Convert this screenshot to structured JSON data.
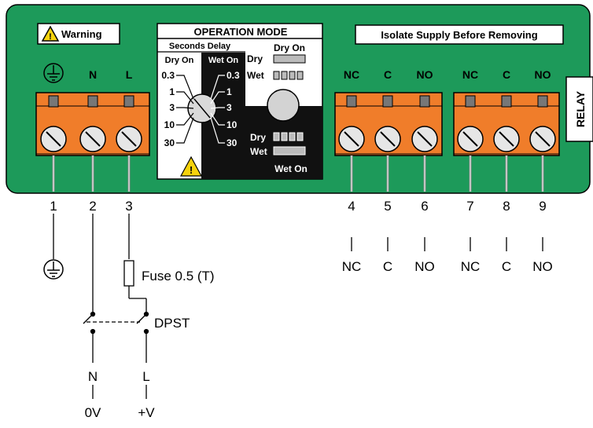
{
  "labels": {
    "warning": "Warning",
    "isolate": "Isolate Supply Before Removing",
    "relay": "RELAY",
    "op_mode": "OPERATION MODE",
    "seconds_delay": "Seconds Delay",
    "dry_on": "Dry On",
    "wet_on": "Wet On",
    "dry": "Dry",
    "wet": "Wet",
    "dry_on_right": "Dry On",
    "wet_on_bottom": "Wet On"
  },
  "dial": {
    "left_values": [
      "0.3",
      "1",
      "3",
      "10",
      "30"
    ],
    "right_values": [
      "0.3",
      "1",
      "3",
      "10",
      "30"
    ]
  },
  "top_terminals": [
    "N",
    "L",
    "NC",
    "C",
    "NO",
    "NC",
    "C",
    "NO"
  ],
  "terminal_numbers": [
    "1",
    "2",
    "3",
    "4",
    "5",
    "6",
    "7",
    "8",
    "9"
  ],
  "bottom_labels": [
    "NC",
    "C",
    "NO",
    "NC",
    "C",
    "NO"
  ],
  "wiring": {
    "fuse": "Fuse 0.5 (T)",
    "switch": "DPST",
    "n": "N",
    "l": "L",
    "zero_v": "0V",
    "plus_v": "+V"
  },
  "colors": {
    "panel": "#1d9a5a",
    "terminal": "#f07d2a",
    "screw": "#e6e6e6",
    "black": "#111111"
  }
}
